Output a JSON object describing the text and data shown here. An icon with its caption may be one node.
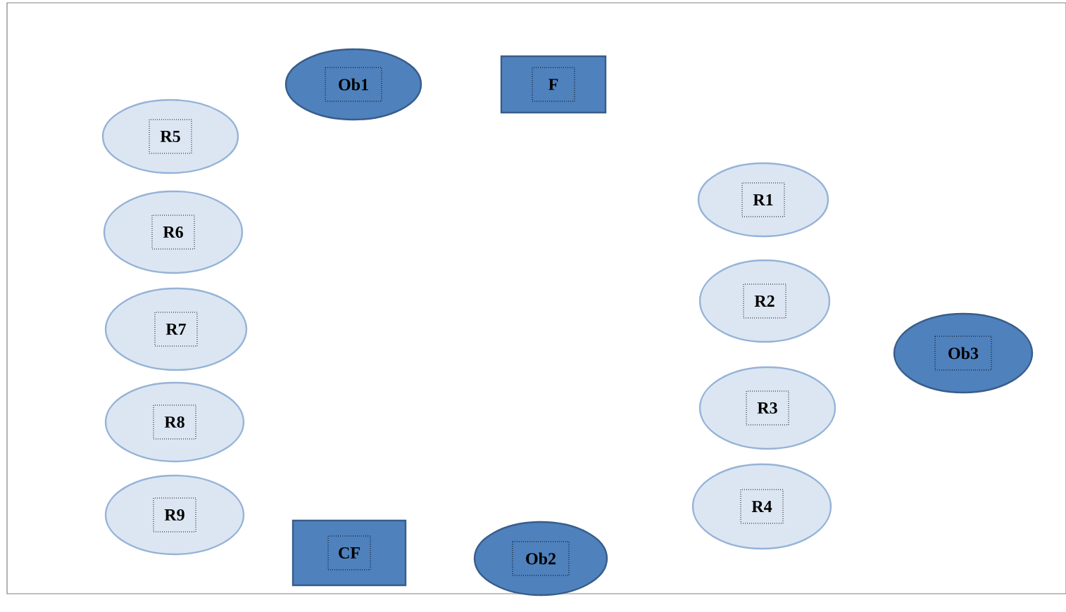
{
  "diagram": {
    "nodes": [
      {
        "text": [
          "Ob1"
        ]
      },
      {
        "text": [
          "F"
        ]
      },
      {
        "text": [
          "R5"
        ]
      },
      {
        "text": [
          "R1"
        ]
      },
      {
        "text": [
          "R6"
        ]
      },
      {
        "text": [
          "R2"
        ]
      },
      {
        "text": [
          "R7"
        ]
      },
      {
        "text": [
          "Ob3"
        ]
      },
      {
        "text": [
          "R3"
        ]
      },
      {
        "text": [
          "R8"
        ]
      },
      {
        "text": [
          "R4"
        ]
      },
      {
        "text": [
          "R9"
        ]
      },
      {
        "text": [
          "CF"
        ]
      },
      {
        "text": [
          "Ob2"
        ]
      }
    ]
  }
}
